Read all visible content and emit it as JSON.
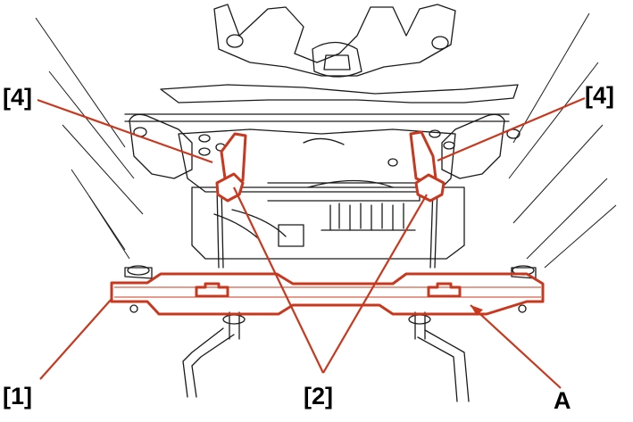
{
  "callouts": {
    "label_1": "[1]",
    "label_2": "[2]",
    "label_4_left": "[4]",
    "label_4_right": "[4]",
    "label_a": "A"
  },
  "colors": {
    "highlight": "#c8381f",
    "line_art": "#1a1a1a",
    "background": "#ffffff"
  }
}
